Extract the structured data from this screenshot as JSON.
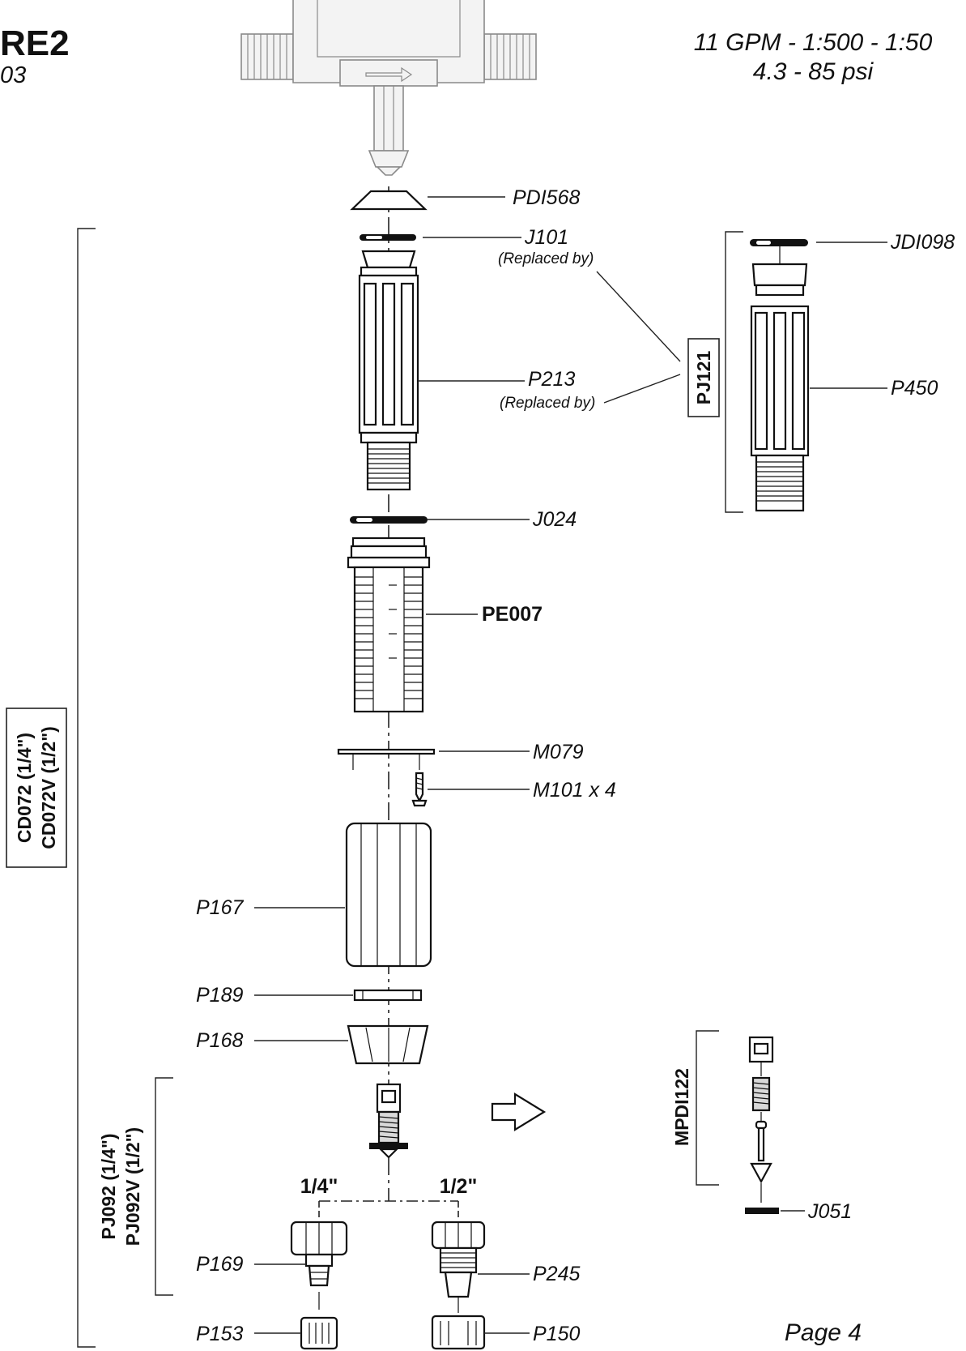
{
  "header": {
    "model_fragment": "RE2",
    "code_fragment": "03",
    "spec_line1": "11 GPM - 1:500 - 1:50",
    "spec_line2": "4.3 - 85 psi",
    "page": "Page 4"
  },
  "parts": {
    "pdi568": "PDI568",
    "j101": "J101",
    "j101_note": "(Replaced by)",
    "p213": "P213",
    "p213_note": "(Replaced by)",
    "jdi098": "JDI098",
    "p450": "P450",
    "j024": "J024",
    "pe007": "PE007",
    "m079": "M079",
    "m101": "M101 x 4",
    "p167": "P167",
    "p189": "P189",
    "p168": "P168",
    "p169": "P169",
    "p245": "P245",
    "p153": "P153",
    "p150": "P150",
    "j051": "J051"
  },
  "kits": {
    "pj121": "PJ121",
    "cd072_line1": "CD072 (1/4\")",
    "cd072_line2": "CD072V (1/2\")",
    "pj092_line1": "PJ092 (1/4\")",
    "pj092_line2": "PJ092V (1/2\")",
    "mpdi122": "MPDI122"
  },
  "sizes": {
    "quarter": "1/4\"",
    "half": "1/2\""
  }
}
